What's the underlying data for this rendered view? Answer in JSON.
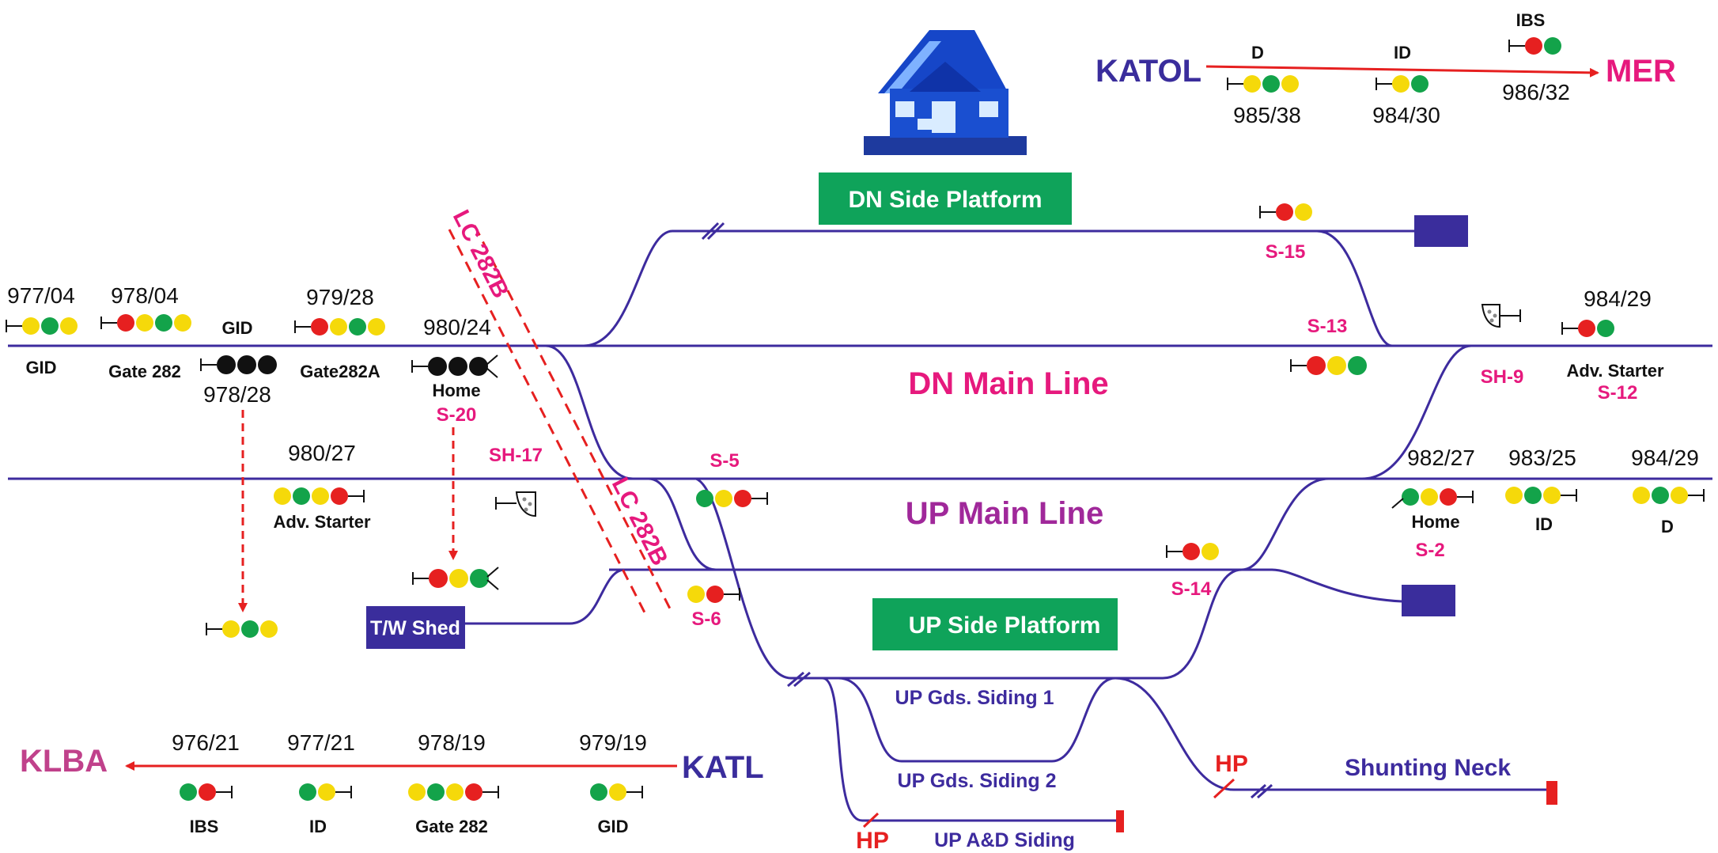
{
  "colors": {
    "track": "#3d2b9e",
    "red": "#e62020",
    "yellow": "#f5d90a",
    "green": "#13a34a",
    "black": "#111111",
    "magenta": "#e6197d",
    "purple": "#a0289a",
    "platform": "#0fa35a",
    "navy": "#3a2d9c",
    "klba": "#c0418b"
  },
  "top_route": {
    "from": "KATOL",
    "to": "MER",
    "signals": [
      {
        "name": "D",
        "km": "985/38",
        "aspects": [
          "yellow",
          "green",
          "yellow"
        ]
      },
      {
        "name": "ID",
        "km": "984/30",
        "aspects": [
          "yellow",
          "green"
        ]
      },
      {
        "name": "IBS",
        "km": "986/32",
        "aspects": [
          "red",
          "green"
        ]
      }
    ]
  },
  "bottom_route": {
    "from": "KATL",
    "to": "KLBA",
    "signals": [
      {
        "name": "IBS",
        "km": "976/21",
        "aspects": [
          "green",
          "red"
        ]
      },
      {
        "name": "ID",
        "km": "977/21",
        "aspects": [
          "green",
          "yellow"
        ]
      },
      {
        "name": "Gate 282",
        "km": "978/19",
        "aspects": [
          "yellow",
          "green",
          "yellow",
          "red"
        ]
      },
      {
        "name": "GID",
        "km": "979/19",
        "aspects": [
          "green",
          "yellow"
        ]
      }
    ]
  },
  "platforms": {
    "dn": "DN Side Platform",
    "up": "UP Side Platform"
  },
  "lines": {
    "dn_main": "DN Main Line",
    "up_main": "UP Main Line",
    "up_gds_1": "UP Gds. Siding 1",
    "up_gds_2": "UP Gds. Siding 2",
    "up_ad": "UP A&D Siding",
    "shunting_neck": "Shunting Neck",
    "tw_shed": "T/W Shed"
  },
  "level_crossing": [
    "LC 282B",
    "LC 282B"
  ],
  "hp_labels": [
    "HP",
    "HP"
  ],
  "dn_side": {
    "left_signals": [
      {
        "km": "977/04",
        "name": "GID",
        "aspects": [
          "yellow",
          "green",
          "yellow"
        ]
      },
      {
        "km": "978/04",
        "name": "Gate 282",
        "aspects": [
          "red",
          "yellow",
          "green",
          "yellow"
        ]
      },
      {
        "km": "978/28",
        "name": "GID",
        "aspects": [
          "black",
          "black",
          "black"
        ]
      },
      {
        "km": "979/28",
        "name": "Gate282A",
        "aspects": [
          "red",
          "yellow",
          "green",
          "yellow"
        ]
      },
      {
        "km": "980/24",
        "name": "Home",
        "id": "S-20",
        "aspects": [
          "black",
          "black",
          "black"
        ]
      }
    ],
    "repeater_signals": [
      {
        "aspects": [
          "yellow",
          "green",
          "yellow"
        ]
      },
      {
        "aspects": [
          "red",
          "yellow",
          "green"
        ]
      }
    ],
    "s15": {
      "id": "S-15",
      "aspects": [
        "red",
        "yellow"
      ]
    },
    "s13": {
      "id": "S-13",
      "aspects": [
        "red",
        "yellow",
        "green"
      ]
    },
    "sh9": {
      "id": "SH-9"
    },
    "s12": {
      "km": "984/29",
      "name": "Adv. Starter",
      "id": "S-12",
      "aspects": [
        "red",
        "green"
      ]
    }
  },
  "up_side": {
    "adv_starter": {
      "km": "980/27",
      "name": "Adv. Starter",
      "aspects": [
        "yellow",
        "green",
        "yellow",
        "red"
      ]
    },
    "sh17": {
      "id": "SH-17"
    },
    "s5": {
      "id": "S-5",
      "aspects": [
        "green",
        "yellow",
        "red"
      ]
    },
    "s6": {
      "id": "S-6",
      "aspects": [
        "yellow",
        "red"
      ]
    },
    "s14": {
      "id": "S-14",
      "aspects": [
        "red",
        "yellow"
      ]
    },
    "s2": {
      "km": "982/27",
      "name": "Home",
      "id": "S-2",
      "aspects": [
        "green",
        "yellow",
        "red"
      ]
    },
    "id_signal": {
      "km": "983/25",
      "name": "ID",
      "aspects": [
        "yellow",
        "green",
        "yellow"
      ]
    },
    "d_signal": {
      "km": "984/29",
      "name": "D",
      "aspects": [
        "yellow",
        "green",
        "yellow"
      ]
    }
  }
}
